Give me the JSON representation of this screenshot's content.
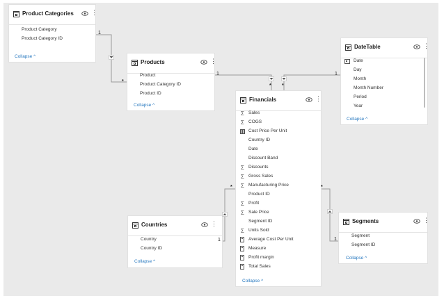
{
  "tables": {
    "product_categories": {
      "title": "Product Categories",
      "fields": [
        {
          "name": "Product Category",
          "icon": ""
        },
        {
          "name": "Product Category ID",
          "icon": ""
        }
      ],
      "collapse": "Collapse ^"
    },
    "products": {
      "title": "Products",
      "fields": [
        {
          "name": "Product",
          "icon": ""
        },
        {
          "name": "Product Category ID",
          "icon": ""
        },
        {
          "name": "Product ID",
          "icon": ""
        }
      ],
      "collapse": "Collapse ^"
    },
    "date_table": {
      "title": "DateTable",
      "fields": [
        {
          "name": "Date",
          "icon": "calendar"
        },
        {
          "name": "Day",
          "icon": ""
        },
        {
          "name": "Month",
          "icon": ""
        },
        {
          "name": "Month Number",
          "icon": ""
        },
        {
          "name": "Period",
          "icon": ""
        },
        {
          "name": "Year",
          "icon": ""
        }
      ],
      "collapse": "Collapse ^"
    },
    "financials": {
      "title": "Financials",
      "fields": [
        {
          "name": "Sales",
          "icon": "sigma"
        },
        {
          "name": "COGS",
          "icon": "sigma"
        },
        {
          "name": "Cost Price Per Unit",
          "icon": "grid"
        },
        {
          "name": "Country ID",
          "icon": ""
        },
        {
          "name": "Date",
          "icon": ""
        },
        {
          "name": "Discount Band",
          "icon": ""
        },
        {
          "name": "Discounts",
          "icon": "sigma"
        },
        {
          "name": "Gross Sales",
          "icon": "sigma"
        },
        {
          "name": "Manufacturing Price",
          "icon": "sigma"
        },
        {
          "name": "Product ID",
          "icon": ""
        },
        {
          "name": "Profit",
          "icon": "sigma"
        },
        {
          "name": "Sale Price",
          "icon": "sigma"
        },
        {
          "name": "Segment ID",
          "icon": ""
        },
        {
          "name": "Units Sold",
          "icon": "sigma"
        },
        {
          "name": "Average Cost Per Unit",
          "icon": "calc"
        },
        {
          "name": "Measure",
          "icon": "calc"
        },
        {
          "name": "Profit margin",
          "icon": "calc"
        },
        {
          "name": "Total Sales",
          "icon": "calc"
        }
      ],
      "collapse": "Collapse ^"
    },
    "countries": {
      "title": "Countries",
      "fields": [
        {
          "name": "Country",
          "icon": ""
        },
        {
          "name": "Country ID",
          "icon": ""
        }
      ],
      "collapse": "Collapse ^"
    },
    "segments": {
      "title": "Segments",
      "fields": [
        {
          "name": "Segment",
          "icon": ""
        },
        {
          "name": "Segment ID",
          "icon": ""
        }
      ],
      "collapse": "Collapse ^"
    }
  },
  "relationships": [
    {
      "from": "Product Categories",
      "to": "Products",
      "from_card": "1",
      "to_card": "*"
    },
    {
      "from": "Products",
      "to": "Financials",
      "from_card": "1",
      "to_card": "*"
    },
    {
      "from": "DateTable",
      "to": "Financials",
      "from_card": "1",
      "to_card": "*"
    },
    {
      "from": "Countries",
      "to": "Financials",
      "from_card": "1",
      "to_card": "*"
    },
    {
      "from": "Segments",
      "to": "Financials",
      "from_card": "1",
      "to_card": "*"
    }
  ],
  "colors": {
    "canvas": "#eaeaea",
    "card": "#ffffff",
    "link": "#2a7ac0",
    "line": "#9a9a9a"
  },
  "icons": {
    "sigma": "Σ",
    "eye": "eye-icon",
    "more": "more-icon"
  }
}
